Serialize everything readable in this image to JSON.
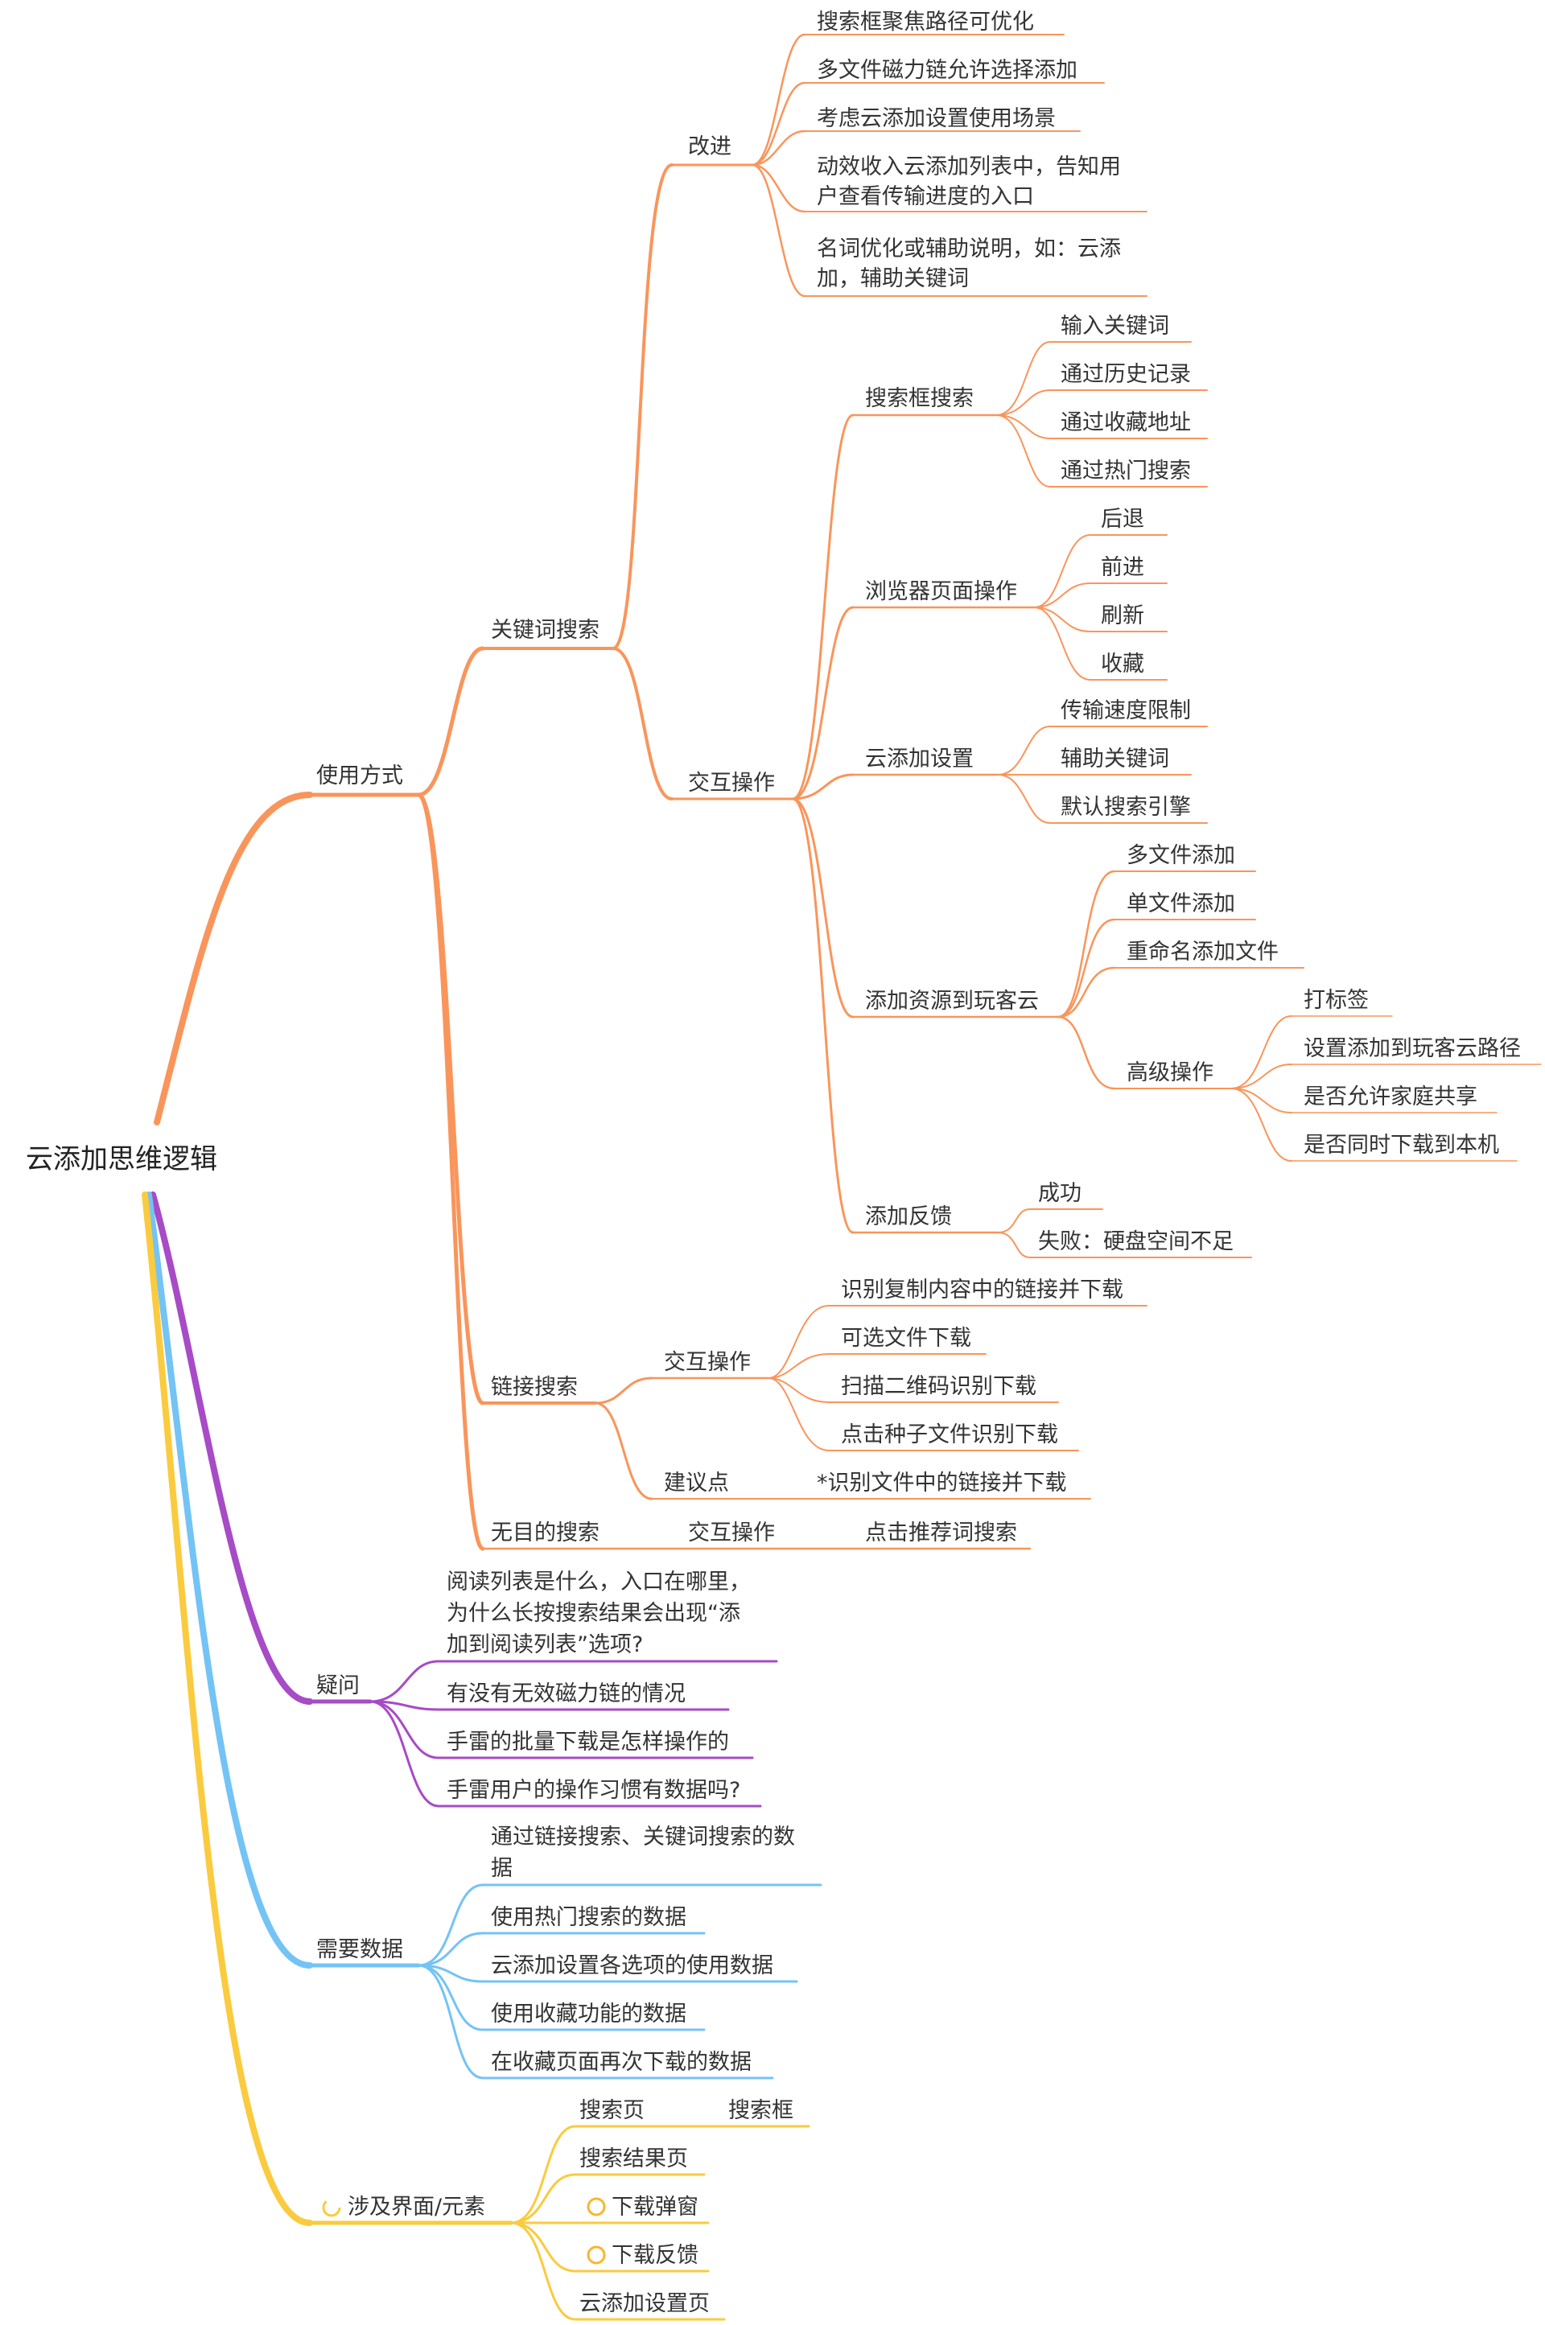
{
  "root": "云添加思维逻辑",
  "colors": {
    "orange": "#F9955B",
    "purple": "#A74BC6",
    "blue": "#74C3F5",
    "yellow": "#FACB3E",
    "text": "#333333"
  },
  "nodes": {
    "usage": "使用方式",
    "keyword": "关键词搜索",
    "improve": "改进",
    "imp1": "搜索框聚焦路径可优化",
    "imp2": "多文件磁力链允许选择添加",
    "imp3": "考虑云添加设置使用场景",
    "imp4a": "动效收入云添加列表中，告知用",
    "imp4b": "户查看传输进度的入口",
    "imp5a": "名词优化或辅助说明，如：云添",
    "imp5b": "加，辅助关键词",
    "interact": "交互操作",
    "searchbox": "搜索框搜索",
    "sb1": "输入关键词",
    "sb2": "通过历史记录",
    "sb3": "通过收藏地址",
    "sb4": "通过热门搜索",
    "browser": "浏览器页面操作",
    "br1": "后退",
    "br2": "前进",
    "br3": "刷新",
    "br4": "收藏",
    "cloudset": "云添加设置",
    "cs1": "传输速度限制",
    "cs2": "辅助关键词",
    "cs3": "默认搜索引擎",
    "addres": "添加资源到玩客云",
    "ar1": "多文件添加",
    "ar2": "单文件添加",
    "ar3": "重命名添加文件",
    "advanced": "高级操作",
    "adv1": "打标签",
    "adv2": "设置添加到玩客云路径",
    "adv3": "是否允许家庭共享",
    "adv4": "是否同时下载到本机",
    "feedback": "添加反馈",
    "fb1": "成功",
    "fb2": "失败：硬盘空间不足",
    "link": "链接搜索",
    "link_interact": "交互操作",
    "li1": "识别复制内容中的链接并下载",
    "li2": "可选文件下载",
    "li3": "扫描二维码识别下载",
    "li4": "点击种子文件识别下载",
    "suggest": "建议点",
    "sg1": "*识别文件中的链接并下载",
    "aimless": "无目的搜索",
    "am_interact": "交互操作",
    "am1": "点击推荐词搜索",
    "question": "疑问",
    "q1a": "阅读列表是什么，入口在哪里，",
    "q1b": "为什么长按搜索结果会出现“添",
    "q1c": "加到阅读列表”选项?",
    "q2": "有没有无效磁力链的情况",
    "q3": "手雷的批量下载是怎样操作的",
    "q4": "手雷用户的操作习惯有数据吗?",
    "needdata": "需要数据",
    "nd1a": "通过链接搜索、关键词搜索的数",
    "nd1b": "据",
    "nd2": "使用热门搜索的数据",
    "nd3": "云添加设置各选项的使用数据",
    "nd4": "使用收藏功能的数据",
    "nd5": "在收藏页面再次下载的数据",
    "ui": "涉及界面/元素",
    "ui1": "搜索页",
    "ui1a": "搜索框",
    "ui2": "搜索结果页",
    "ui3": "下载弹窗",
    "ui4": "下载反馈",
    "ui5": "云添加设置页"
  }
}
